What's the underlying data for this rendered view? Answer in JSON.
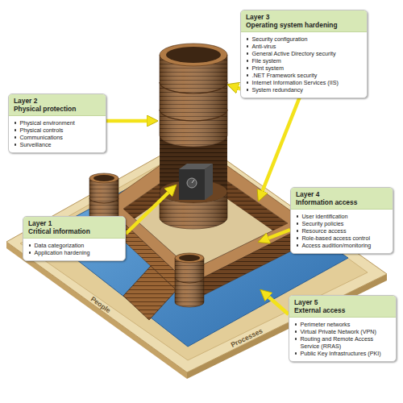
{
  "diagram": {
    "nodes": [
      {
        "text": [
          "Layer 3",
          "Operating system hardening",
          "Security configuration",
          "Anti-virus",
          "General Active Directory security",
          "File system",
          "Print system",
          ".NET Framework security",
          "Internet Information Services (IIS)",
          "System redundancy"
        ]
      },
      {
        "text": [
          "Layer 2",
          "Physical protection",
          "Physical environment",
          "Physical controls",
          "Communications",
          "Surveillance"
        ]
      },
      {
        "text": [
          "Layer 4",
          "Information access",
          "User identification",
          "Security policies",
          "Resource access",
          "Role-based access control",
          "Access audition/monitoring"
        ]
      },
      {
        "text": [
          "Layer 1",
          "Critical information",
          "Data categorization",
          "Application hardening"
        ]
      },
      {
        "text": [
          "Layer 5",
          "External access",
          "Perimeter networks",
          "Virtual Private Network (VPN)",
          "Routing and Remote Access Service (RRAS)",
          "Public Key Infrastructures (PKI)"
        ]
      }
    ],
    "labels": [
      "People",
      "Processes"
    ]
  }
}
